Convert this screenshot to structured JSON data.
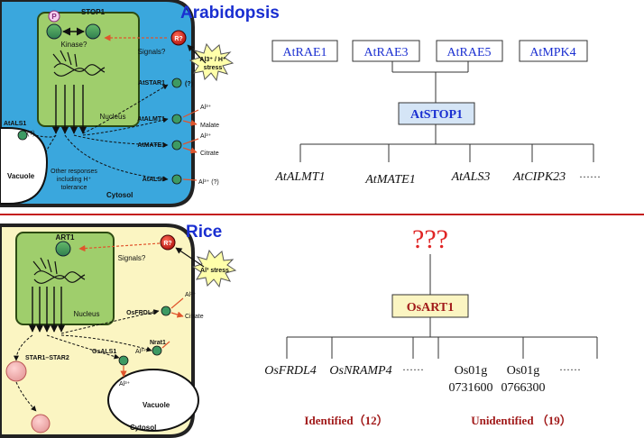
{
  "top": {
    "organism": "Arabidopsis",
    "cell": {
      "p_label": "P",
      "stop1_label": "STOP1",
      "kinase_label": "Kinase?",
      "nucleus_label": "Nucleus",
      "r_label": "R?",
      "signals_label": "Signals?",
      "stress_line1": "Al3⁺ / H⁺",
      "stress_line2": "stress",
      "atstar1_label": "AtSTAR1",
      "atstar1_q": "(?)",
      "atals1_label": "AtALS1",
      "atals1_q": "(?)",
      "atalmt1_label": "AtALMT1",
      "atmate1_label": "AtMATE1",
      "atals3_label": "AtALS3",
      "al_in_1": "Al³⁺",
      "malate": "Malate",
      "al_in_2": "Al³⁺",
      "citrate": "Citrate",
      "al_in_3": "Al³⁺ (?)",
      "vacuole": "Vacuole",
      "other1": "Other responses",
      "other2": "including H⁺",
      "other3": "tolerance",
      "cytosol": "Cytosol"
    },
    "regulators": [
      "AtRAE1",
      "AtRAE3",
      "AtRAE5",
      "AtMPK4"
    ],
    "center": "AtSTOP1",
    "targets": [
      "AtALMT1",
      "AtMATE1",
      "AtALS3",
      "AtCIPK23",
      "······"
    ]
  },
  "bottom": {
    "organism": "Rice",
    "cell": {
      "art1_label": "ART1",
      "nucleus_label": "Nucleus",
      "r_label": "R?",
      "signals_label": "Signals?",
      "stress_label": "Al³ stress",
      "osfrdl4_label": "OsFRDL4",
      "al_in_1": "Al³⁺",
      "citrate": "Citrate",
      "nrat1_label": "Nrat1",
      "osals1_label": "OsALS1",
      "al_in_2": "Al³⁺",
      "al_vac": "Al³⁺",
      "star_label": "STAR1–STAR2",
      "vacuole": "Vacuole",
      "cytosol": "Cytosol"
    },
    "upstream": "???",
    "center": "OsART1",
    "identified_targets": [
      "OsFRDL4",
      "OsNRAMP4",
      "······"
    ],
    "unidentified_targets": [
      {
        "line1": "Os01g",
        "line2": "0731600"
      },
      {
        "line1": "Os01g",
        "line2": "0766300"
      },
      {
        "line1": "······",
        "line2": ""
      }
    ],
    "identified_label": "Identified（12）",
    "unidentified_label": "Unidentified （19）"
  },
  "colors": {
    "cytosol_blue": "#3aa7dd",
    "cytosol_yellow": "#fbf5c2",
    "nucleus_green": "#9fce6c",
    "divider_red": "#c41d1d",
    "accent_blue": "#1a2fd1",
    "dark_red": "#a11a1a",
    "node_green": "#3d9a63",
    "arrow_red": "#e0542c"
  }
}
